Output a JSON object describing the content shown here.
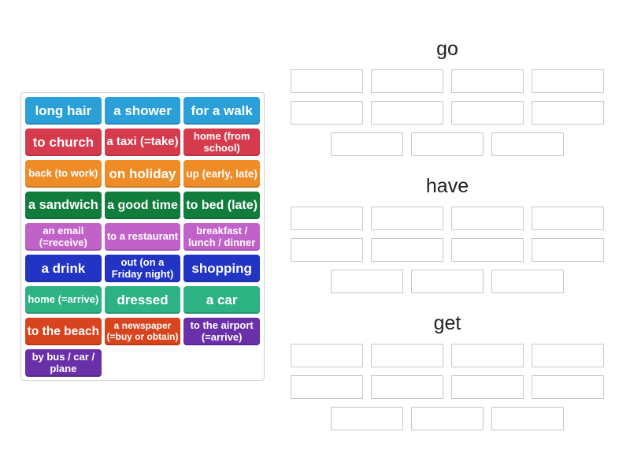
{
  "word_bank": {
    "tiles": [
      {
        "label": "long hair",
        "color": "#2a9fd8"
      },
      {
        "label": "a shower",
        "color": "#2a9fd8"
      },
      {
        "label": "for a walk",
        "color": "#2a9fd8"
      },
      {
        "label": "to church",
        "color": "#d63b4d"
      },
      {
        "label": "a taxi (=take)",
        "color": "#d63b4d"
      },
      {
        "label": "home (from school)",
        "color": "#d63b4d"
      },
      {
        "label": "back (to work)",
        "color": "#ee8c28"
      },
      {
        "label": "on holiday",
        "color": "#ee8c28"
      },
      {
        "label": "up (early, late)",
        "color": "#ee8c28"
      },
      {
        "label": "a sandwich",
        "color": "#107d3c"
      },
      {
        "label": "a good time",
        "color": "#107d3c"
      },
      {
        "label": "to bed (late)",
        "color": "#107d3c"
      },
      {
        "label": "an email (=receive)",
        "color": "#c162c9"
      },
      {
        "label": "to a restaurant",
        "color": "#c162c9"
      },
      {
        "label": "breakfast / lunch / dinner",
        "color": "#c162c9"
      },
      {
        "label": "a drink",
        "color": "#2134c4"
      },
      {
        "label": "out (on a Friday night)",
        "color": "#2134c4"
      },
      {
        "label": "shopping",
        "color": "#2134c4"
      },
      {
        "label": "home (=arrive)",
        "color": "#2cb283"
      },
      {
        "label": "dressed",
        "color": "#2cb283"
      },
      {
        "label": "a car",
        "color": "#2cb283"
      },
      {
        "label": "to the beach",
        "color": "#d8441d"
      },
      {
        "label": "a newspaper (=buy or obtain)",
        "color": "#d8441d"
      },
      {
        "label": "to the airport (=arrive)",
        "color": "#6a30a9"
      },
      {
        "label": "by bus / car / plane",
        "color": "#6a30a9"
      }
    ]
  },
  "categories": [
    {
      "title": "go",
      "slot_rows": [
        4,
        4,
        3
      ]
    },
    {
      "title": "have",
      "slot_rows": [
        4,
        4,
        3
      ]
    },
    {
      "title": "get",
      "slot_rows": [
        4,
        4,
        3
      ]
    }
  ],
  "colors": {
    "slot_border": "#c6c6c6",
    "bank_border": "#cfcfcf",
    "title_text": "#1f1f1f",
    "tile_text": "#ffffff"
  }
}
